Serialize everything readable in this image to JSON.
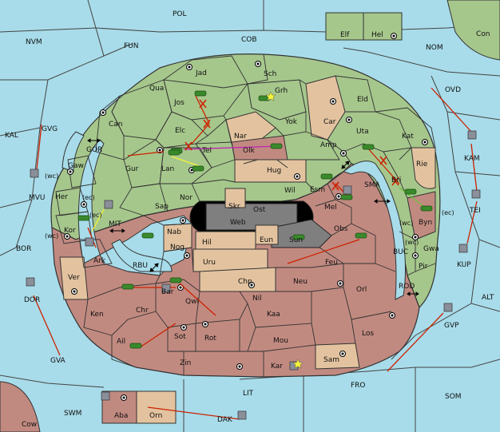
{
  "colors": {
    "sea": "#a8dcea",
    "green": "#a6c78c",
    "pink": "#c18a80",
    "tan": "#e3c39f",
    "grey": "#7f7f7f",
    "black": "#000000",
    "order_red": "#cc2200",
    "order_magenta": "#c025b5",
    "order_yellow": "#f2f23a",
    "order_green": "#6ac23a"
  },
  "sea_labels": {
    "pol": "POL",
    "nvm": "NVM",
    "fun": "FUN",
    "cob": "COB",
    "nom": "NOM",
    "kal": "KAL",
    "ovd": "OVD",
    "gor": "GOR",
    "mit": "MIT",
    "bor": "BOR",
    "rbu": "RBU",
    "sma": "SMA",
    "kam": "KAM",
    "alt": "ALT",
    "buc": "BUC",
    "rod": "ROD",
    "gva": "GVA",
    "lit": "LIT",
    "fro": "FRO",
    "som": "SOM",
    "swm": "SWM"
  },
  "land_labels": {
    "elf": "Elf",
    "hel": "Hel",
    "con": "Con",
    "jad": "Jad",
    "sch": "Sch",
    "qua": "Qua",
    "jos": "Jos",
    "grh": "Grh",
    "can": "Can",
    "elc": "Elc",
    "nar": "Nar",
    "yok": "Yok",
    "car": "Car",
    "eld": "Eld",
    "gvg": "GVG",
    "tel": "Tel",
    "olk": "Olk",
    "amp": "Amp",
    "uta": "Uta",
    "kat": "Kat",
    "gaw": "Gaw",
    "gur": "Gur",
    "lan": "Lan",
    "hug": "Hug",
    "rie": "Rie",
    "mvu": "MVU",
    "her": "Her",
    "wil": "Wil",
    "esm": "Esm",
    "bri": "Bri",
    "nor": "Nor",
    "skr": "Skr",
    "sap": "Sap",
    "ost": "Ost",
    "mel": "Mel",
    "tei": "TEI",
    "kor": "Kor",
    "web": "Web",
    "byn": "Byn",
    "nab": "Nab",
    "hil": "Hil",
    "eun": "Eun",
    "sun": "Sun",
    "obs": "Obs",
    "gwa": "Gwa",
    "ark": "Ark",
    "nog": "Nog",
    "uru": "Uru",
    "feu": "Feu",
    "pir": "Pir",
    "kup": "KUP",
    "dor": "DOR",
    "ver": "Ver",
    "chp": "Chp",
    "neu": "Neu",
    "orl": "Orl",
    "bar": "Bar",
    "qwi": "Qwi",
    "nil": "Nil",
    "ken": "Ken",
    "chr": "Chr",
    "kaa": "Kaa",
    "gvp": "GVP",
    "sot": "Sot",
    "rot": "Rot",
    "ail": "Ail",
    "mou": "Mou",
    "los": "Los",
    "zin": "Zin",
    "kar": "Kar",
    "sam": "Sam",
    "cow": "Cow",
    "aba": "Aba",
    "orn": "Orn",
    "dak": "DAK"
  },
  "coast_tags": {
    "wc1": "(wc)",
    "wc2": "(wc)",
    "wc3": "(wc)",
    "wc4": "(wc)",
    "ec1": "(ec)",
    "ec2": "(ec)",
    "ec3": "(ec)"
  }
}
